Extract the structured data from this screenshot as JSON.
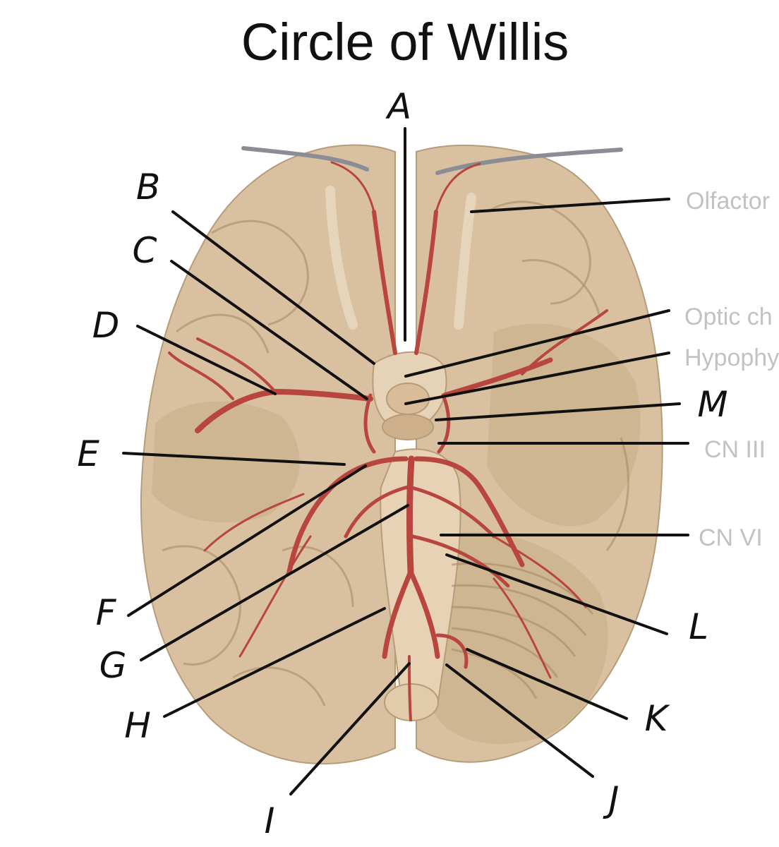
{
  "title": "Circle of Willis",
  "letter_labels": [
    "A",
    "B",
    "C",
    "D",
    "E",
    "F",
    "G",
    "H",
    "I",
    "J",
    "K",
    "L",
    "M"
  ],
  "structure_labels": {
    "olfactory": "Olfactor",
    "optic": "Optic ch",
    "hypophysis": "Hypophy",
    "cn3": "CN III",
    "cn6": "CN VI"
  },
  "colors": {
    "artery": "#b8453e",
    "brain": "#d8c0a0",
    "label_gray": "#c2c2c2",
    "ink": "#111111"
  }
}
